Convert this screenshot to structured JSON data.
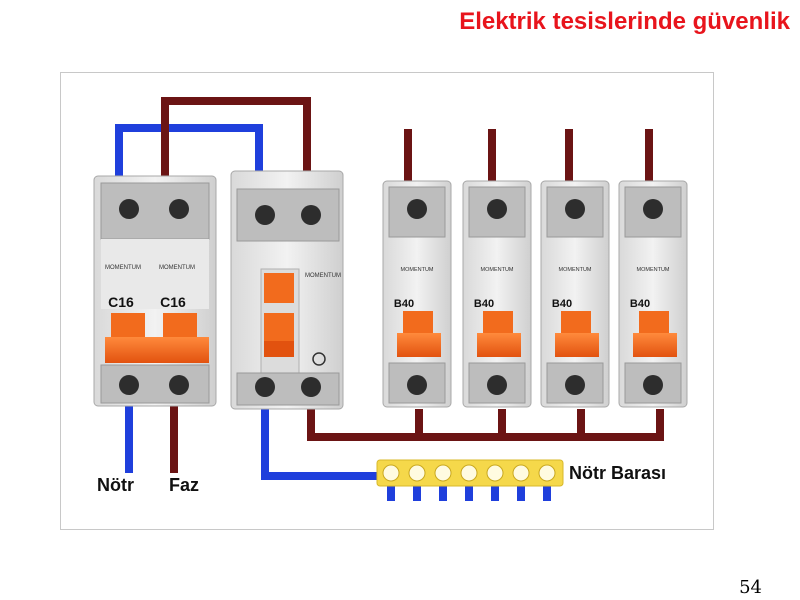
{
  "slide": {
    "title": "Elektrik tesislerinde güvenlik",
    "page_number": "54"
  },
  "diagram": {
    "labels": {
      "neutral": "Nötr",
      "phase": "Faz",
      "neutral_bar": "Nötr Barası"
    },
    "breaker_ratings": [
      "C16",
      "C16",
      "B40",
      "B40",
      "B40",
      "B40"
    ],
    "brand": "MOMENTUM",
    "colors": {
      "neutral_wire": "#1f3fdc",
      "phase_wire": "#6b1414",
      "switch_orange": "#f26b1d",
      "bar_yellow": "#f5d84a",
      "title_red": "#e8141c"
    }
  }
}
